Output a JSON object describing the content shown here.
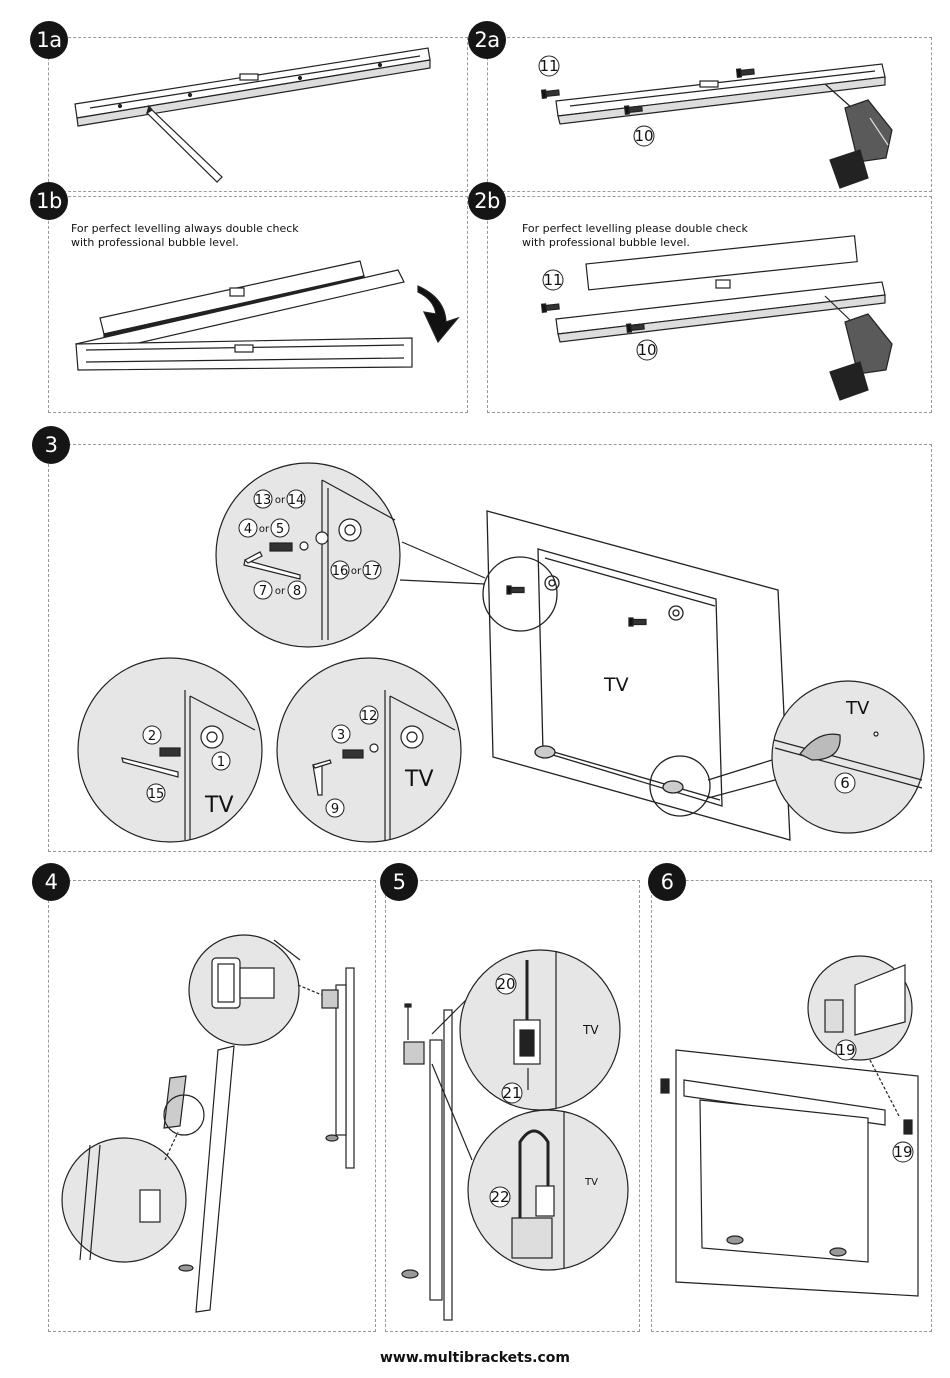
{
  "steps": {
    "s1a": "1a",
    "s2a": "2a",
    "s1b": "1b",
    "s2b": "2b",
    "s3": "3",
    "s4": "4",
    "s5": "5",
    "s6": "6"
  },
  "notes": {
    "n1b_line1": "For perfect levelling always double check",
    "n1b_line2": "with professional bubble level.",
    "n2b_line1": "For perfect levelling please double check",
    "n2b_line2": "with professional bubble level."
  },
  "parts": {
    "p1": "1",
    "p2": "2",
    "p3": "3",
    "p4": "4",
    "p5": "5",
    "p6": "6",
    "p7": "7",
    "p8": "8",
    "p9": "9",
    "p10": "10",
    "p11": "11",
    "p12": "12",
    "p13": "13",
    "p14": "14",
    "p15": "15",
    "p16": "16",
    "p17": "17",
    "p19": "19",
    "p20": "20",
    "p21": "21",
    "p22": "22",
    "or": "or"
  },
  "labels": {
    "tv": "TV"
  },
  "footer": {
    "url": "www.multibrackets.com"
  },
  "colors": {
    "badge": "#151515",
    "outline": "#222222",
    "panel_border": "#9a9a9a",
    "loupe_fill": "#e6e6e6",
    "drill_body": "#5a5a5a"
  }
}
